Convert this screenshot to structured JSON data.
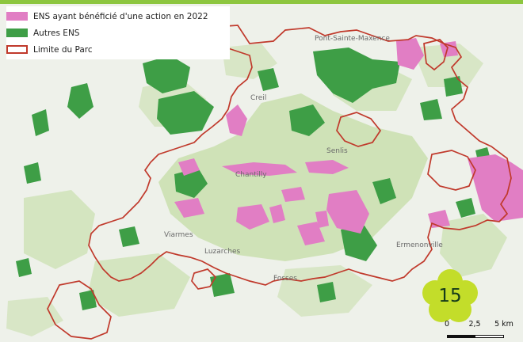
{
  "colors": {
    "top_band": "#8dc63f",
    "base": "#eef1ea",
    "light_green": "#c9dfae",
    "ens_other": "#3e9e46",
    "ens_action": "#e17ec4",
    "park_limit": "#c0392b",
    "badge": "#c3dd2a",
    "badge_text": "#143a1a"
  },
  "legend": {
    "items": [
      {
        "label": "ENS ayant bénéficié d'une action en 2022",
        "icon": "pink-swatch"
      },
      {
        "label": "Autres ENS",
        "icon": "green-swatch"
      },
      {
        "label": "Limite du Parc",
        "icon": "red-outline-swatch"
      }
    ]
  },
  "places": [
    {
      "name": "Pont-Sainte-Maxence"
    },
    {
      "name": "Creil"
    },
    {
      "name": "Senlis"
    },
    {
      "name": "Chantilly"
    },
    {
      "name": "Viarmes"
    },
    {
      "name": "Luzarches"
    },
    {
      "name": "Ermenonville"
    },
    {
      "name": "Fosses"
    }
  ],
  "page_badge": {
    "number": "15",
    "icon": "flower-badge-icon"
  },
  "scale_bar": {
    "labels": [
      "0",
      "2,5",
      "5 km"
    ]
  }
}
